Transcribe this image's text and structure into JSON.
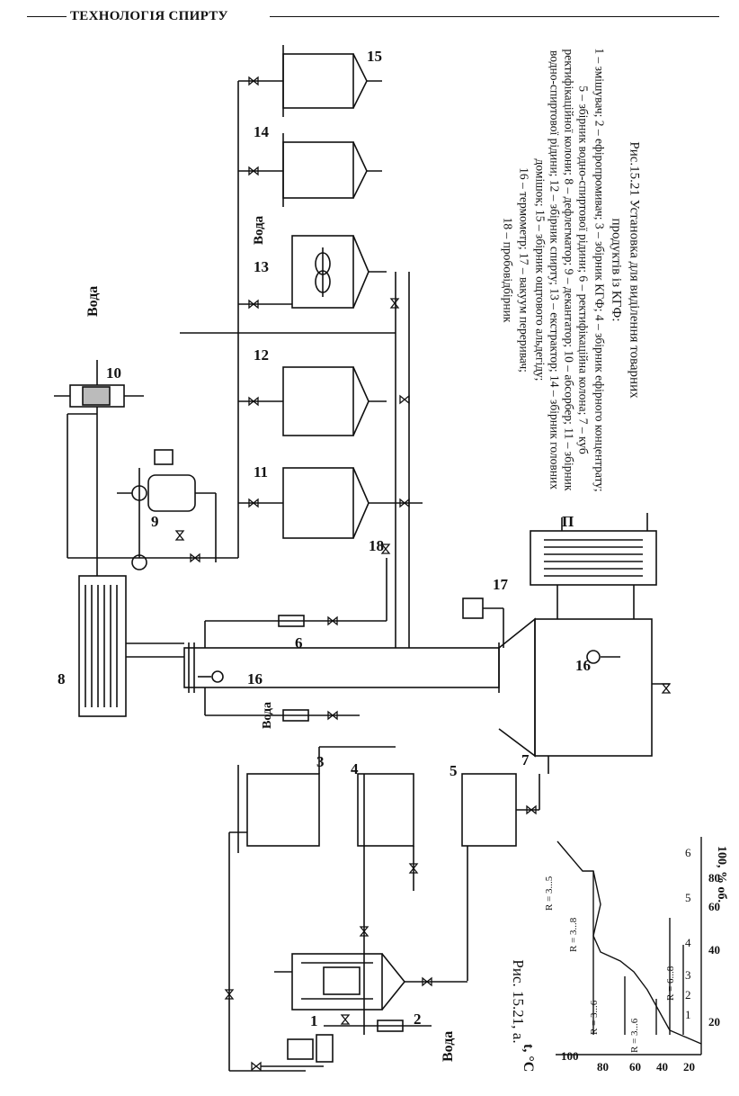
{
  "header": {
    "title": "ТЕХНОЛОГІЯ СПИРТУ"
  },
  "caption": {
    "title_line1": "Рис.15.21 Установка для виділення товарних",
    "title_line2": "продуктів із КГФ:",
    "legend": [
      "1 – змішувач; 2 – ефіропромивач; 3 – збірник КГФ; 4 – збірник ефірного концентрату;",
      "5 – збірник водно-спиртової рідини; 6 – ректифікаційна колона; 7 – куб ректифікаційної колони; 8 – дефлегматор; 9 – декантатор; 10 – абсорбер; 11 – збірник водно-спиртової рідини; 12 – збірник спирту; 13 – екстрактор; 14 – збірник головних домішок; 15 – збірник ощтового альдегіду;",
      "16 – термометр; 17 – вакуум переривач;",
      "18 – пробовідбірник"
    ]
  },
  "figure_labels": {
    "n1": "1",
    "n2": "2",
    "n3": "3",
    "n4": "4",
    "n5": "5",
    "n6": "6",
    "n7": "7",
    "n8": "8",
    "n9": "9",
    "n10": "10",
    "n11": "11",
    "n12": "12",
    "n13": "13",
    "n14": "14",
    "n15": "15",
    "n16a": "16",
    "n16b": "16",
    "n17": "17",
    "n18": "18",
    "water1": "Вода",
    "water2": "Вода",
    "water3": "Вода",
    "water4": "Вода",
    "steam": "П"
  },
  "subfigure": {
    "label": "Рис. 15.21, а.",
    "ylabel": "t, °C",
    "xlabel": "100, % об.",
    "yticks": [
      "100",
      "80",
      "60",
      "40",
      "20"
    ],
    "xticks": [
      "20",
      "40",
      "60",
      "80"
    ],
    "zones": [
      "1",
      "2",
      "3",
      "4",
      "5",
      "6"
    ],
    "reflux": [
      "R = 6...8",
      "R = 3...6",
      "R = 3...6",
      "R = 3...8",
      "R = 3...5"
    ]
  }
}
